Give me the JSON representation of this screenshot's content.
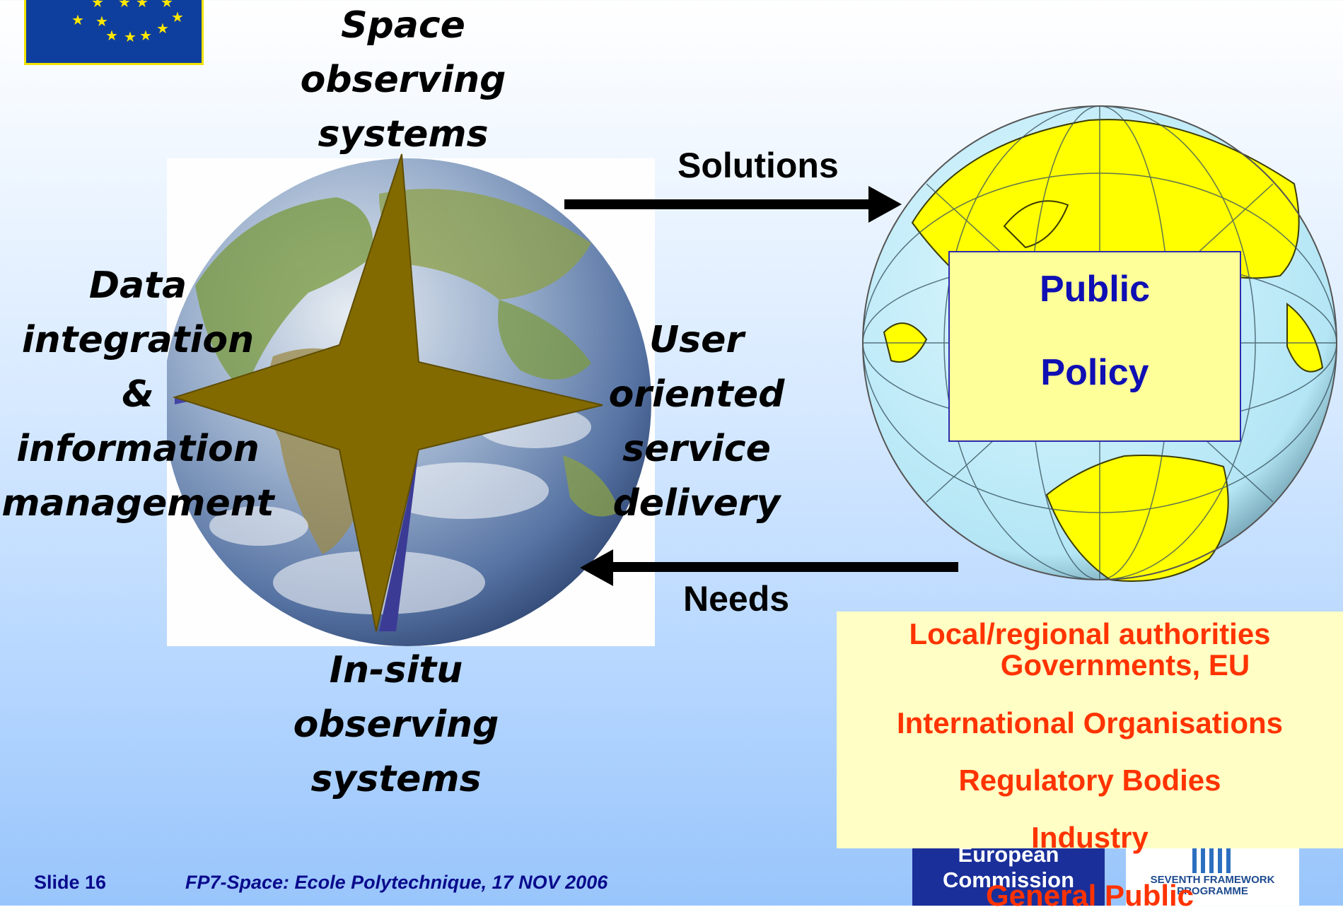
{
  "compass": {
    "north": "Space observing systems",
    "west": "Data integration & information management",
    "east": "User oriented service delivery",
    "south": "In-situ observing systems"
  },
  "arrows": {
    "solutions": "Solutions",
    "needs": "Needs"
  },
  "policy_box": {
    "line1": "Public",
    "line2": "Policy"
  },
  "stakeholders": {
    "line1": "Local/regional authorities",
    "line2": "Governments, EU",
    "line3": "International Organisations",
    "line4": "Regulatory Bodies",
    "line5": "Industry",
    "line6": "General Public"
  },
  "footer": {
    "slide": "Slide 16",
    "caption": "FP7-Space: Ecole Polytechnique, 17 NOV 2006",
    "ec_line1": "European",
    "ec_line2": "Commission",
    "fp7_line1": "SEVENTH FRAMEWORK",
    "fp7_line2": "PROGRAMME"
  },
  "colors": {
    "star_face": "#826a00",
    "star_side": "#3b3b96",
    "policy_text": "#0f0fb4",
    "stakeholder_text": "#ff3300",
    "globe_land": "#ffff00",
    "globe_ocean": "#c5f3ff"
  }
}
